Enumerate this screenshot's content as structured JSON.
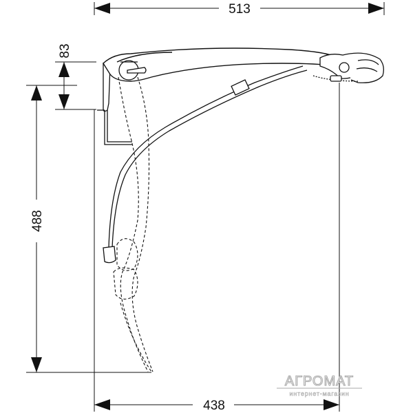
{
  "dimensions": {
    "total_width": "513",
    "mount_height": "83",
    "total_height": "488",
    "projection": "438"
  },
  "watermark": {
    "brand": "АГРОМАТ",
    "tagline": "интернет-магазин"
  },
  "colors": {
    "line": "#111111",
    "background": "#ffffff",
    "watermark": "#a9a9a9"
  }
}
